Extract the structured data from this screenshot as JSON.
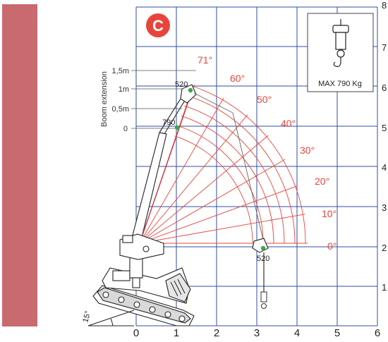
{
  "accent_color": "#e8443c",
  "grid_color": "#2f4fa3",
  "side_panel_color": "#c96a6e",
  "badge": {
    "letter": "C"
  },
  "axis": {
    "x_ticks": [
      "0",
      "1",
      "2",
      "3",
      "4",
      "5",
      "6"
    ],
    "y_ticks": [
      "1",
      "2",
      "3",
      "4",
      "5",
      "6",
      "7",
      "8"
    ]
  },
  "boom_extension": {
    "title": "Boom  extension",
    "levels": [
      "1,5m",
      "1m",
      "0,5m",
      "0"
    ]
  },
  "angles": [
    "71°",
    "60°",
    "50°",
    "40°",
    "30°",
    "20°",
    "10°",
    "0°"
  ],
  "loads": {
    "top": "520",
    "mid": "790",
    "right": "520"
  },
  "max_box": {
    "label": "MAX  790  Kg",
    "icon": "crane-hook-icon"
  },
  "tilt_label": "15°"
}
